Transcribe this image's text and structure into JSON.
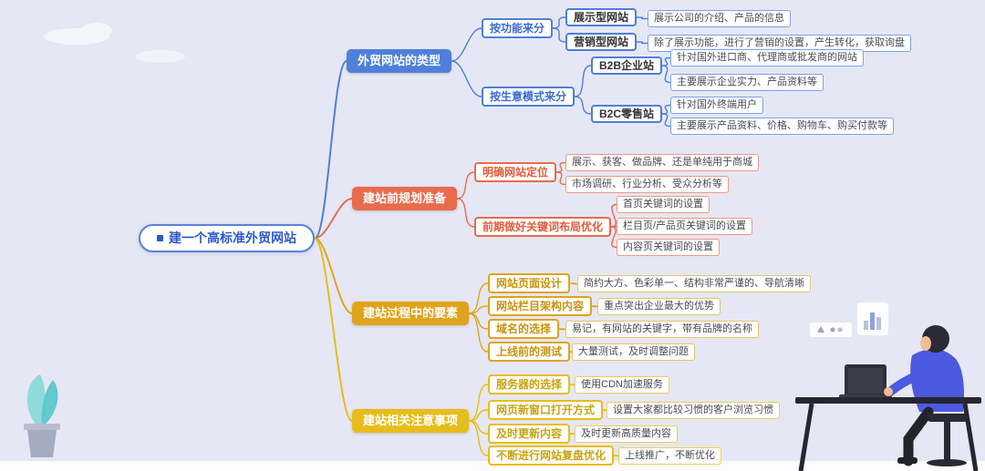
{
  "canvas": {
    "background": "#e6e7f4"
  },
  "root": {
    "label": "建一个高标准外贸网站",
    "color": "#2e59c9"
  },
  "branches": [
    {
      "label": "外贸网站的类型",
      "color": "#4f7fd9",
      "children": [
        {
          "label": "按功能来分",
          "children": [
            {
              "label": "展示型网站",
              "children": [
                {
                  "label": "展示公司的介绍、产品的信息"
                }
              ]
            },
            {
              "label": "营销型网站",
              "children": [
                {
                  "label": "除了展示功能，进行了营销的设置，产生转化，获取询盘"
                }
              ]
            }
          ]
        },
        {
          "label": "按生意模式来分",
          "children": [
            {
              "label": "B2B企业站",
              "children": [
                {
                  "label": "针对国外进口商、代理商或批发商的网站"
                },
                {
                  "label": "主要展示企业实力、产品资料等"
                }
              ]
            },
            {
              "label": "B2C零售站",
              "children": [
                {
                  "label": "针对国外终端用户"
                },
                {
                  "label": "主要展示产品资料、价格、购物车、购买付款等"
                }
              ]
            }
          ]
        }
      ]
    },
    {
      "label": "建站前规划准备",
      "color": "#e96b4d",
      "children": [
        {
          "label": "明确网站定位",
          "children": [
            {
              "label": "展示、获客、做品牌、还是单纯用于商城"
            },
            {
              "label": "市场调研、行业分析、受众分析等"
            }
          ]
        },
        {
          "label": "前期做好关键词布局优化",
          "children": [
            {
              "label": "首页关键词的设置"
            },
            {
              "label": "栏目页/产品页关键词的设置"
            },
            {
              "label": "内容页关键词的设置"
            }
          ]
        }
      ]
    },
    {
      "label": "建站过程中的要素",
      "color": "#e0a41c",
      "children": [
        {
          "label": "网站页面设计",
          "children": [
            {
              "label": "简约大方、色彩单一、结构非常严谨的、导航清晰"
            }
          ]
        },
        {
          "label": "网站栏目架构内容",
          "children": [
            {
              "label": "重点突出企业最大的优势"
            }
          ]
        },
        {
          "label": "域名的选择",
          "children": [
            {
              "label": "易记，有网站的关键字，带有品牌的名称"
            }
          ]
        },
        {
          "label": "上线前的测试",
          "children": [
            {
              "label": "大量测试，及时调整问题"
            }
          ]
        }
      ]
    },
    {
      "label": "建站相关注意事项",
      "color": "#e7bd1b",
      "children": [
        {
          "label": "服务器的选择",
          "children": [
            {
              "label": "使用CDN加速服务"
            }
          ]
        },
        {
          "label": "网页新窗口打开方式",
          "children": [
            {
              "label": "设置大家都比较习惯的客户浏览习惯"
            }
          ]
        },
        {
          "label": "及时更新内容",
          "children": [
            {
              "label": "及时更新高质量内容"
            }
          ]
        },
        {
          "label": "不断进行网站复盘优化",
          "children": [
            {
              "label": "上线推广，不断优化"
            }
          ]
        }
      ]
    }
  ],
  "decorations": {
    "cloud_icon": "cloud",
    "plant_icon": "potted-plant",
    "person_illustration": "person-working-at-laptop-desk",
    "bar_chart_card_icon": "bar-chart-card",
    "shapes_card_icon": "triangle-and-dots-card"
  }
}
